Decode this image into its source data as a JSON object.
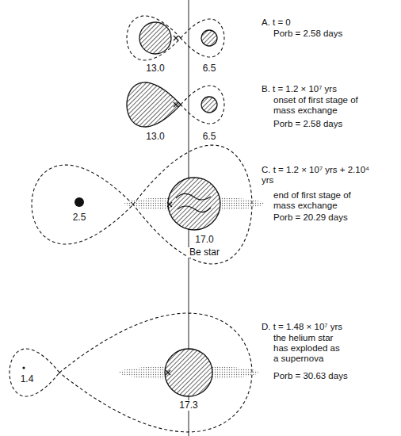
{
  "diagram": {
    "labels": [
      "13.0",
      "6.5",
      "A. t = 0",
      "Porb = 2.58 days",
      "13.0",
      "6.5",
      "B. t = 1.2 × 10⁷ yrs",
      "onset of first stage of mass exchange",
      "Porb = 2.58 days",
      "2.5",
      "17.0",
      "Be star",
      "C. t = 1.2 × 10⁷ yrs + 2.10⁴ yrs",
      "end of first stage of mass exchange",
      "Porb = 20.29 days",
      "1.4",
      "17.3",
      "D. t = 1.48 × 10⁷ yrs",
      "the helium star has exploded as a supernova",
      "Porb = 30.63 days"
    ]
  }
}
